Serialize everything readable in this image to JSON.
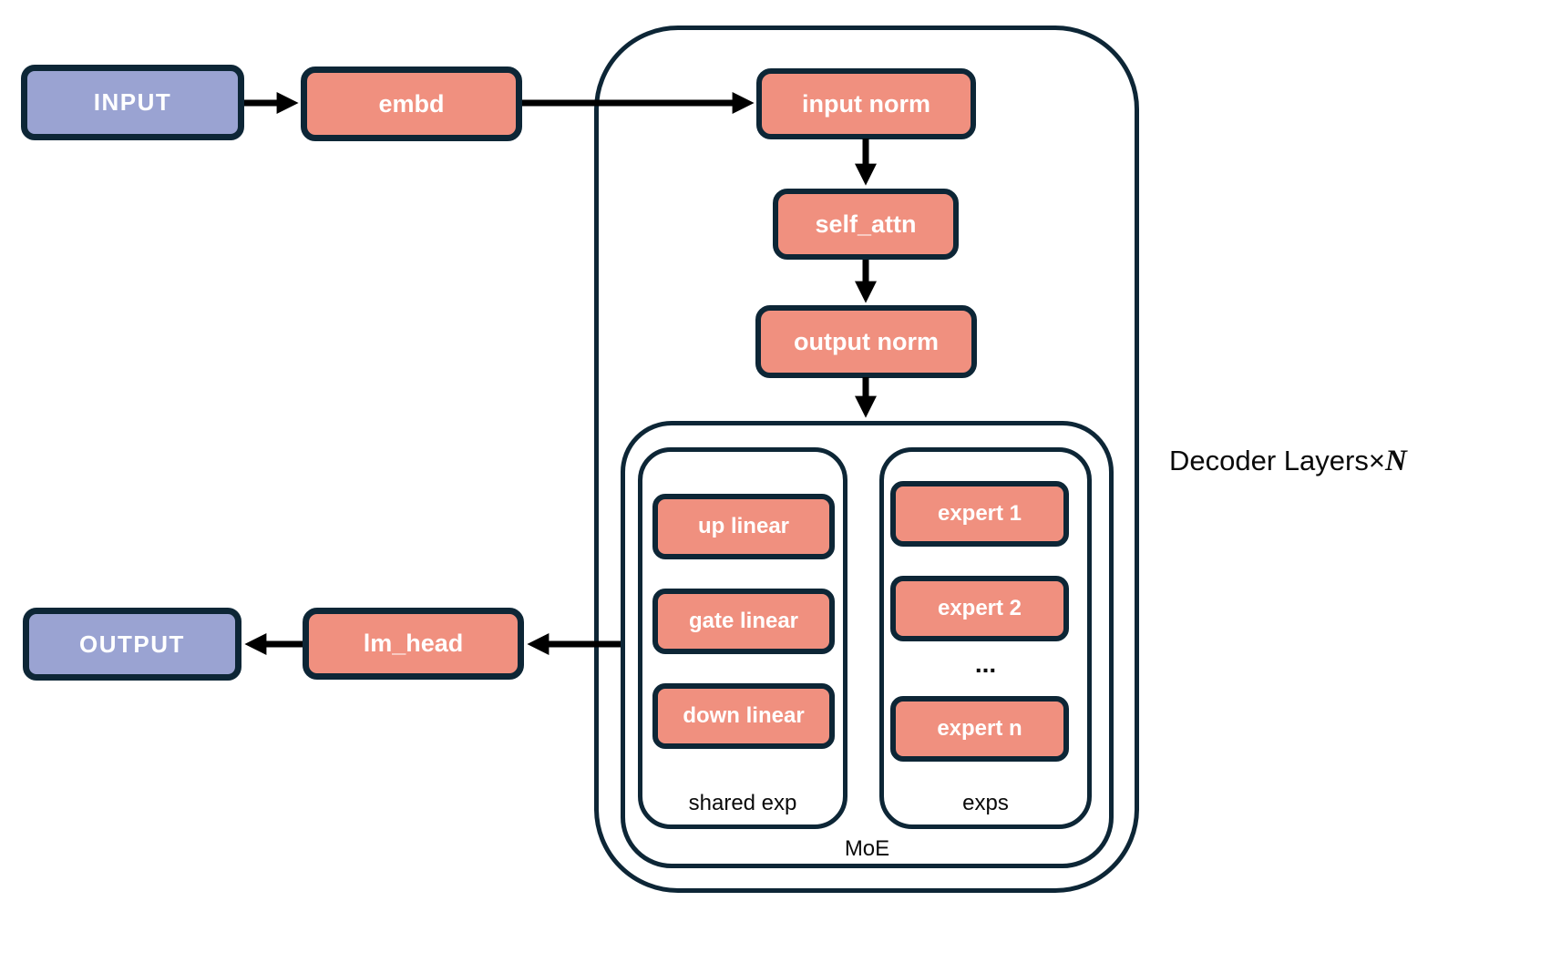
{
  "colors": {
    "lavender": "#9aa3d2",
    "salmon": "#f0907f",
    "outline": "#0d2636",
    "arrow": "#000000",
    "box-text": "#ffffff",
    "label-text": "#0a0a0a"
  },
  "nodes": {
    "input": "INPUT",
    "embd": "embd",
    "input_norm": "input norm",
    "self_attn": "self_attn",
    "output_norm": "output norm",
    "up_linear": "up linear",
    "gate_linear": "gate linear",
    "down_linear": "down linear",
    "expert_1": "expert 1",
    "expert_2": "expert 2",
    "experts_ellipsis": "...",
    "expert_n": "expert n",
    "lm_head": "lm_head",
    "output": "OUTPUT"
  },
  "labels": {
    "shared_exp": "shared exp",
    "exps": "exps",
    "moe": "MoE",
    "decoder_layers_prefix": "Decoder Layers×",
    "decoder_layers_n": "N"
  }
}
